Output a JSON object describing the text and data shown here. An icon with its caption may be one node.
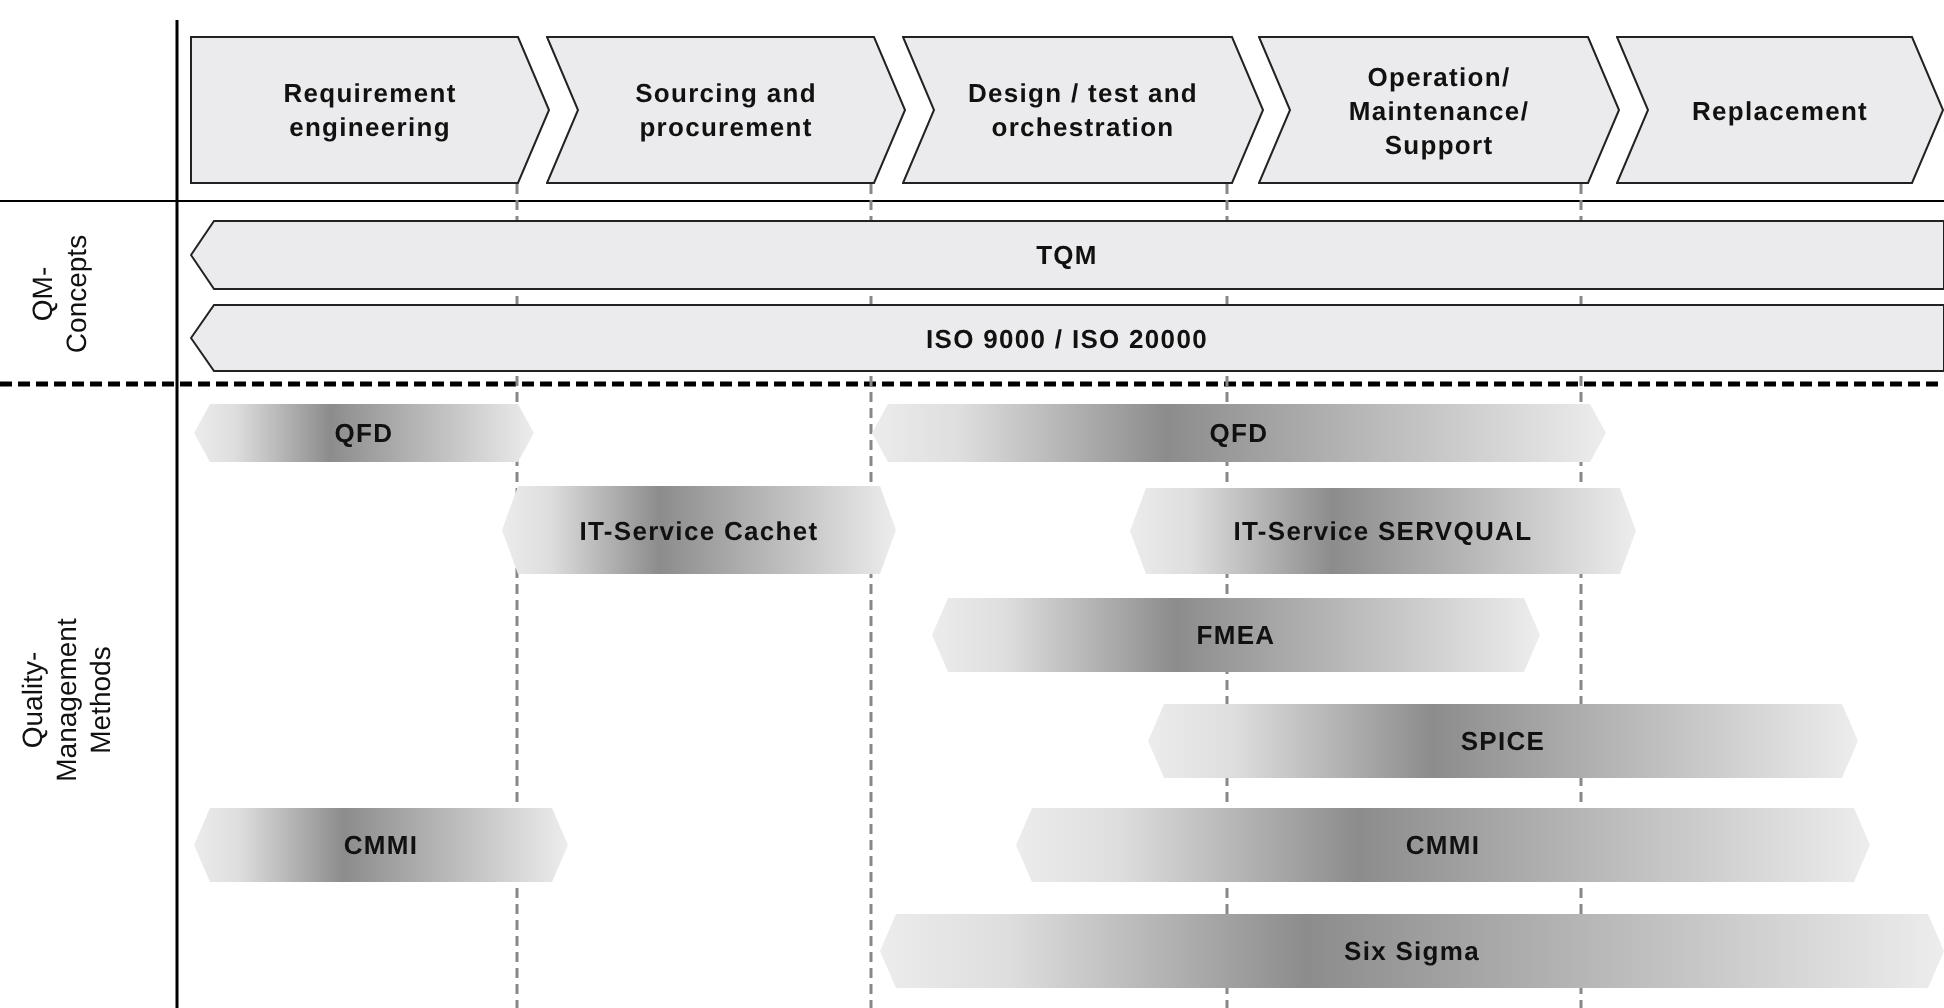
{
  "diagram": {
    "nodes": [
      {
        "text": [
          "Requirement engineering"
        ]
      },
      {
        "text": [
          "Sourcing and procurement"
        ]
      },
      {
        "text": [
          "Design / test and orchestration"
        ]
      },
      {
        "text": [
          "Operation/ Maintenance/ Support"
        ]
      },
      {
        "text": [
          "Replacement"
        ]
      },
      {
        "text": [
          "TQM"
        ]
      },
      {
        "text": [
          "ISO 9000 / ISO 20000"
        ]
      },
      {
        "text": [
          "QFD"
        ]
      },
      {
        "text": [
          "QFD"
        ]
      },
      {
        "text": [
          "IT-Service Cachet"
        ]
      },
      {
        "text": [
          "IT-Service SERVQUAL"
        ]
      },
      {
        "text": [
          "FMEA"
        ]
      },
      {
        "text": [
          "SPICE"
        ]
      },
      {
        "text": [
          "CMMI"
        ]
      },
      {
        "text": [
          "CMMI"
        ]
      },
      {
        "text": [
          "Six Sigma"
        ]
      }
    ],
    "labels": [
      "QM- Concepts",
      "Quality- Management Methods"
    ]
  }
}
